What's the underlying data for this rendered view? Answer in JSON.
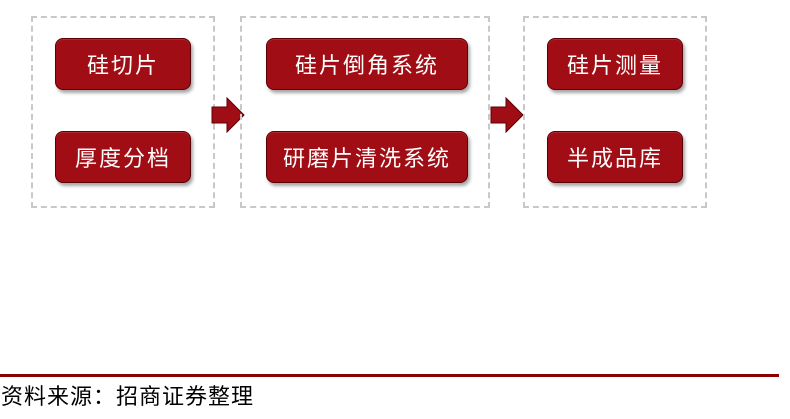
{
  "groups": [
    {
      "nodes": [
        "硅切片",
        "厚度分档"
      ]
    },
    {
      "nodes": [
        "硅片倒角系统",
        "研磨片清洗系统"
      ]
    },
    {
      "nodes": [
        "硅片测量",
        "半成品库"
      ]
    }
  ],
  "source": "资料来源：招商证券整理",
  "colors": {
    "node_fill": "#a10d14",
    "arrow_fill": "#a10d14",
    "rule": "#8b0000",
    "group_border": "#c8c8c8"
  }
}
